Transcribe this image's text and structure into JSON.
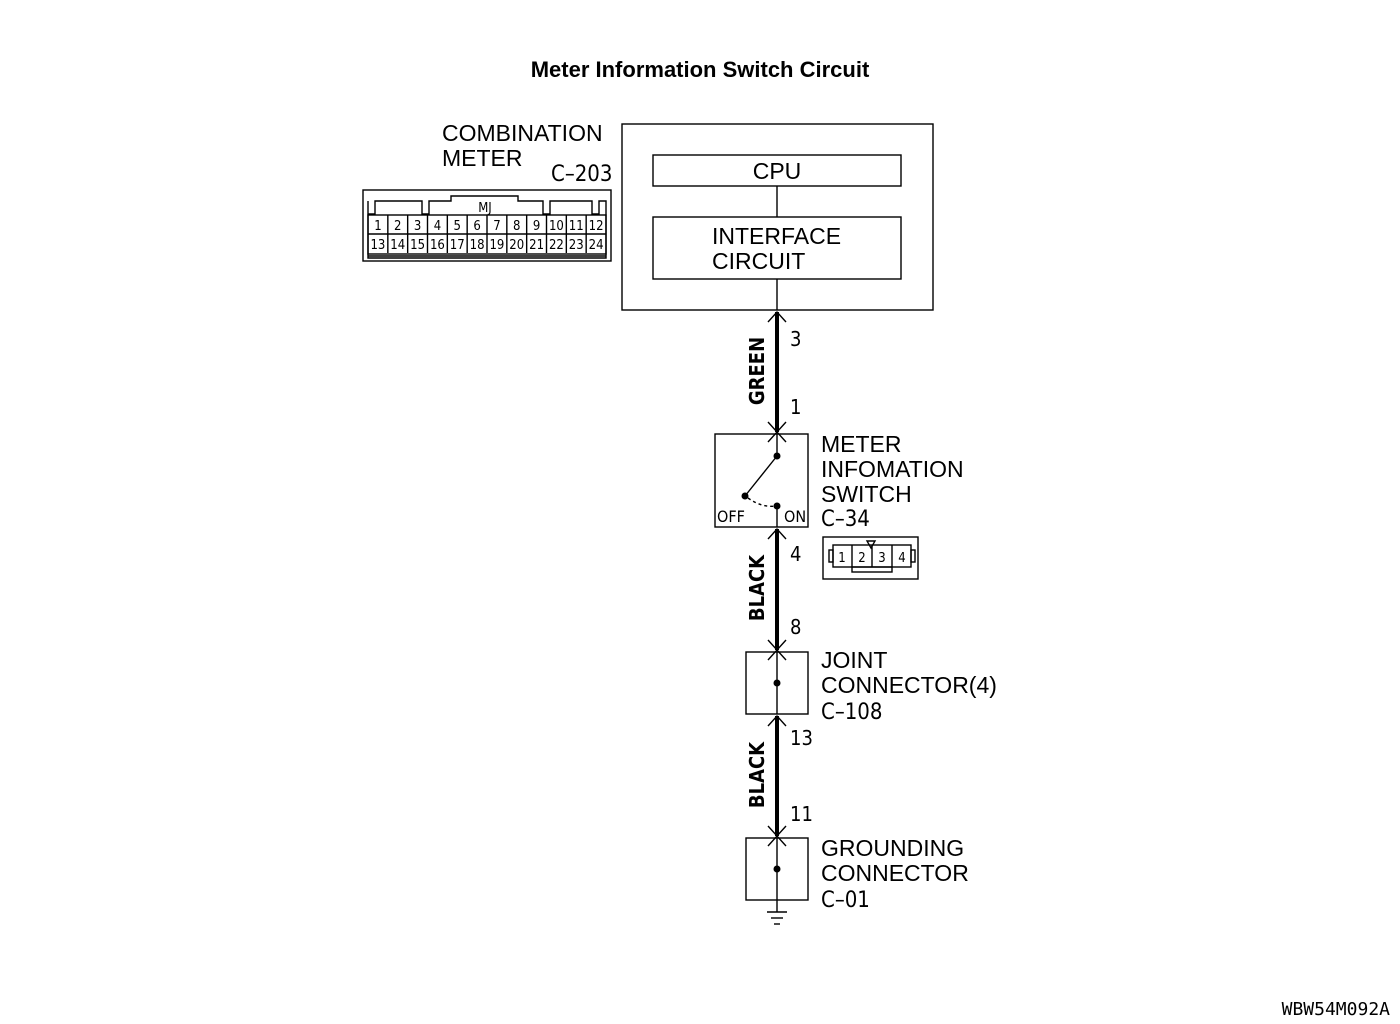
{
  "title": "Meter Information Switch Circuit",
  "combination_meter": {
    "label_line1": "COMBINATION",
    "label_line2": "METER",
    "code": "C–203",
    "cpu": "CPU",
    "interface_line1": "INTERFACE",
    "interface_line2": "CIRCUIT",
    "connector_key": "MJ",
    "pins_row1": [
      "1",
      "2",
      "3",
      "4",
      "5",
      "6",
      "7",
      "8",
      "9",
      "10",
      "11",
      "12"
    ],
    "pins_row2": [
      "13",
      "14",
      "15",
      "16",
      "17",
      "18",
      "19",
      "20",
      "21",
      "22",
      "23",
      "24"
    ]
  },
  "wires": [
    {
      "color": "GREEN",
      "pin_top": "3",
      "pin_bottom": "1"
    },
    {
      "color": "BLACK",
      "pin_top": "4",
      "pin_bottom": "8"
    },
    {
      "color": "BLACK",
      "pin_top": "13",
      "pin_bottom": "11"
    }
  ],
  "switch": {
    "label_line1": "METER",
    "label_line2": "INFOMATION",
    "label_line3": "SWITCH",
    "code": "C–34",
    "off": "OFF",
    "on": "ON",
    "pins": [
      "1",
      "2",
      "3",
      "4"
    ]
  },
  "joint": {
    "label_line1": "JOINT",
    "label_line2": "CONNECTOR(4)",
    "code": "C–108"
  },
  "ground": {
    "label_line1": "GROUNDING",
    "label_line2": "CONNECTOR",
    "code": "C–01"
  },
  "reference": "WBW54M092A"
}
